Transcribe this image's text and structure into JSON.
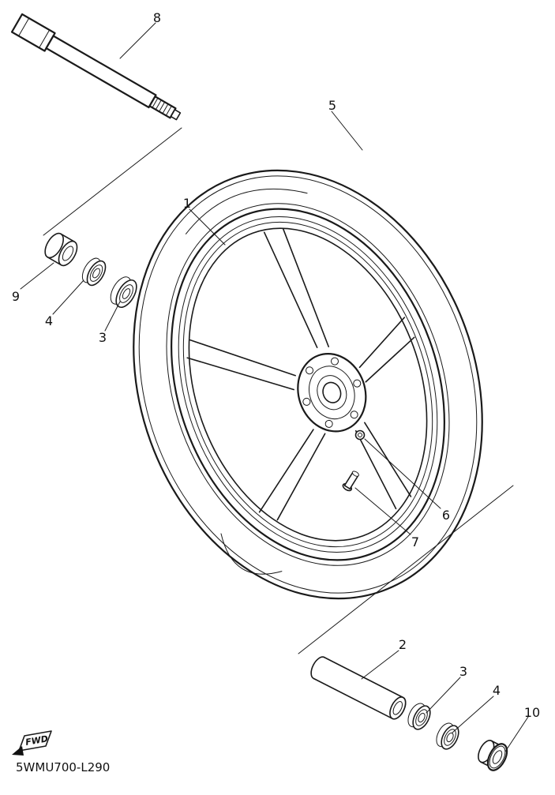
{
  "diagram": {
    "part_code": "5WMU700-L290",
    "fwd_label": "FWD",
    "colors": {
      "line": "#1a1a1a",
      "background": "#ffffff"
    },
    "callouts": [
      {
        "label": "8"
      },
      {
        "label": "5"
      },
      {
        "label": "1"
      },
      {
        "label": "9"
      },
      {
        "label": "4"
      },
      {
        "label": "3"
      },
      {
        "label": "6"
      },
      {
        "label": "7"
      },
      {
        "label": "2"
      },
      {
        "label": "3"
      },
      {
        "label": "4"
      },
      {
        "label": "10"
      }
    ]
  }
}
